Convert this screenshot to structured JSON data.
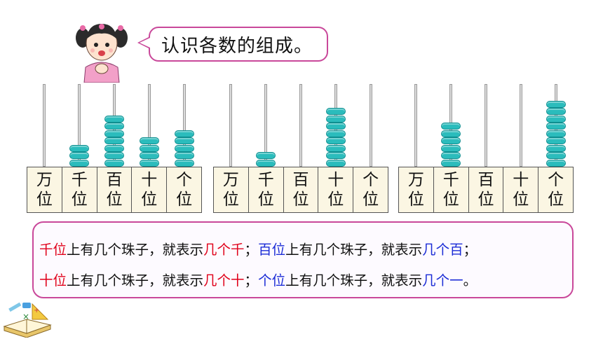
{
  "speech": "认识各数的组成。",
  "abaci": [
    {
      "labels": [
        [
          "万",
          "位"
        ],
        [
          "千",
          "位"
        ],
        [
          "百",
          "位"
        ],
        [
          "十",
          "位"
        ],
        [
          "个",
          "位"
        ]
      ],
      "beads": [
        0,
        3,
        7,
        4,
        5
      ]
    },
    {
      "labels": [
        [
          "万",
          "位"
        ],
        [
          "千",
          "位"
        ],
        [
          "百",
          "位"
        ],
        [
          "十",
          "位"
        ],
        [
          "个",
          "位"
        ]
      ],
      "beads": [
        0,
        2,
        0,
        8,
        0
      ]
    },
    {
      "labels": [
        [
          "万",
          "位"
        ],
        [
          "千",
          "位"
        ],
        [
          "百",
          "位"
        ],
        [
          "十",
          "位"
        ],
        [
          "个",
          "位"
        ]
      ],
      "beads": [
        0,
        6,
        0,
        0,
        9
      ]
    }
  ],
  "explanation": {
    "line1": {
      "a_red": "千位",
      "a_text": "上有几个珠子，就表示",
      "a_red2": "几个千",
      "sep": "；",
      "b_blue": "百位",
      "b_text": "上有几个珠子，就表示",
      "b_blue2": "几个百",
      "end": "；"
    },
    "line2": {
      "a_red": "十位",
      "a_text": "上有几个珠子，就表示",
      "a_red2": "几个十",
      "sep": "；",
      "b_blue": "个位",
      "b_text": "上有几个珠子，就表示",
      "b_blue2": "几个一",
      "end": "。"
    }
  },
  "colors": {
    "accent": "#c9489a",
    "bead": "#2bbcbc",
    "red_text": "#e0001a",
    "blue_text": "#1a2bd6"
  }
}
